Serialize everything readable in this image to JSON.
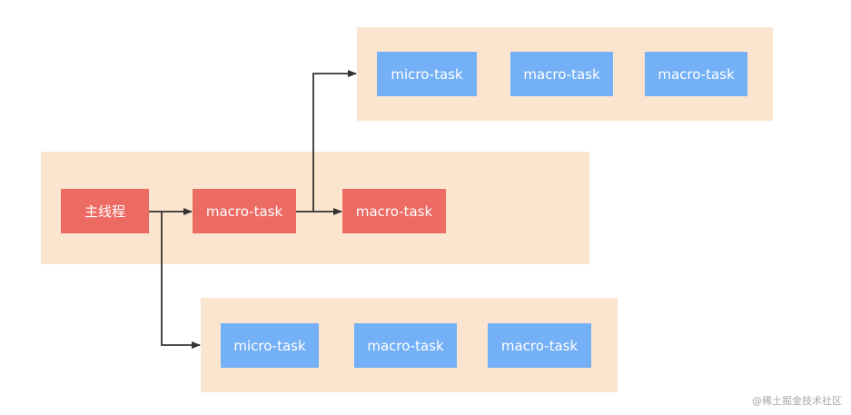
{
  "main_row": {
    "main_thread": "主线程",
    "first_macro": "macro-task",
    "second_macro": "macro-task"
  },
  "top_group": {
    "micro": "micro-task",
    "macro_1": "macro-task",
    "macro_2": "macro-task"
  },
  "bottom_group": {
    "micro": "micro-task",
    "macro_1": "macro-task",
    "macro_2": "macro-task"
  },
  "watermark": "@稀土掘金技术社区",
  "colors": {
    "band": "#fce5cf",
    "red_node": "#ec6b63",
    "blue_node": "#74b0f6",
    "arrow": "#333333"
  }
}
